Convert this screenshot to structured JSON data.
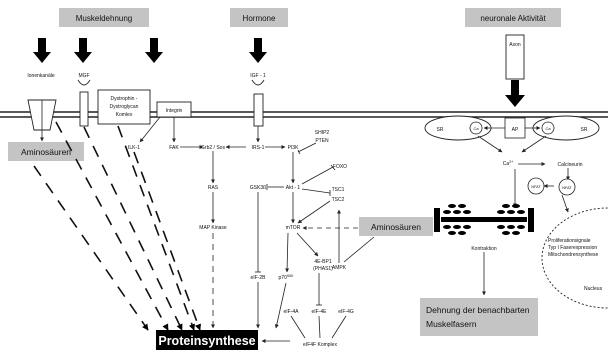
{
  "labels": {
    "muskeldehnung": "Muskeldehnung",
    "hormone": "Hormone",
    "neuronale_aktivitaet": "neuronale Aktivität",
    "ionenkanaele": "Ionenkanäle",
    "mgf": "MGF",
    "dystrophin_line1": "Dystrophin -",
    "dystrophin_line2": "Dystroglycan",
    "dystrophin_line3": "Komlex",
    "integrin": "Integrin",
    "igf1": "IGF - 1",
    "axon": "Axon",
    "aminosaeuren_left": "Aminosäuren",
    "ilk1": "ILK-1",
    "fak": "FAK",
    "grb2_sos": "Grb2 / Sos",
    "irs1": "IRS-1",
    "pi3k": "PI3K",
    "ship2": "SHIP2",
    "pten": "PTEN",
    "foxo": "FOXO",
    "ras": "RAS",
    "gsk3b": "GSK3ß",
    "akt1": "Akt - 1",
    "tsc1": "TSC1",
    "tsc2": "TSC2",
    "map_kinase": "MAP Kinase",
    "mtor": "mTOR",
    "aminosaeuren_right": "Aminosäuren",
    "ampk": "AMPK",
    "eif2b": "eIF-2B",
    "p70": "p70",
    "p70_sup": "S6K",
    "ebp1_line1": "4E-BP1",
    "ebp1_line2": "(PHAS1)",
    "eif4a": "eIF-4A",
    "eif4e": "eIF-4E",
    "eif4g": "eIF-4G",
    "proteinsynthese": "Proteinsynthese",
    "eif4f": "eIF4F Komplex",
    "sr_left": "SR",
    "sr_right": "SR",
    "ap": "AP",
    "ca": "Ca",
    "ca_sup": "2+",
    "ca_left_circle": "Ca",
    "ca_right_circle": "Ca",
    "calcineurin": "Calcineurin",
    "nfat_left": "NFAT",
    "nfat_right": "NFAT",
    "kontraktion": "Kontraktion",
    "nucleus_line1": "Proliferationsignale",
    "nucleus_line2": "Typ I Faserexpression",
    "nucleus_line3": "Mitochondrensynthese",
    "nucleus": "Nucleus",
    "dehnung_line1": "Dehnung der benachbarten",
    "dehnung_line2": "Muskelfasern"
  },
  "colors": {
    "gray_box": "#c4c4c4",
    "black_box": "#000000",
    "line": "#222222"
  }
}
